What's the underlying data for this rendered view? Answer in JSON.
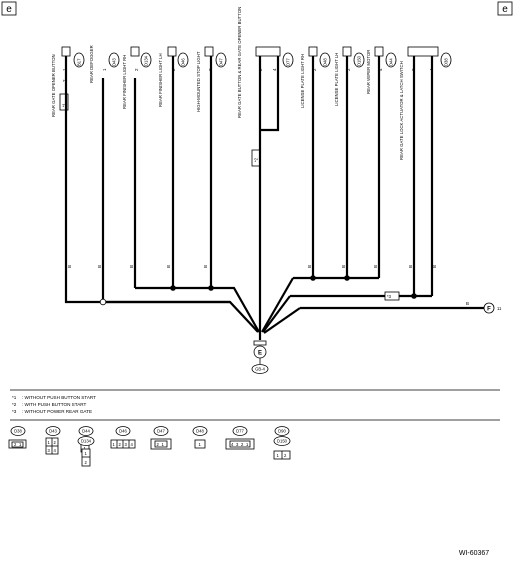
{
  "corner_marks": [
    "e",
    "e"
  ],
  "components": [
    {
      "name": "REAR GATE OPENER BUTTON",
      "code": "B17",
      "pins": [
        "1",
        "2"
      ],
      "wire_color": "B",
      "note": "*1"
    },
    {
      "name": "REAR DEFOGGER",
      "code": "D43",
      "pins": [
        "1"
      ],
      "wire_color": "B"
    },
    {
      "name": "REAR FINISHER LIGHT RH",
      "code": "D134",
      "pins": [
        "2"
      ],
      "wire_color": "B"
    },
    {
      "name": "REAR FINISHER LIGHT LH",
      "code": "D46",
      "pins": [
        "2"
      ],
      "wire_color": "B"
    },
    {
      "name": "HIGH-MOUNTED STOP LIGHT",
      "code": "D47",
      "pins": [
        "2"
      ],
      "wire_color": "B"
    },
    {
      "name": "REAR GATE BUTTON & REAR GATE OPENER BUTTON",
      "code": "D77",
      "pins": [
        "2",
        "4"
      ],
      "wire_color": "B",
      "note": "*2"
    },
    {
      "name": "LICENSE PLATE LIGHT RH",
      "code": "D48",
      "pins": [
        "2"
      ],
      "wire_color": "B"
    },
    {
      "name": "LICENSE PLATE LIGHT LH",
      "code": "D150",
      "pins": [
        "2"
      ],
      "wire_color": "B"
    },
    {
      "name": "REAR WIPER MOTOR",
      "code": "D44",
      "pins": [
        "4"
      ],
      "wire_color": "B"
    },
    {
      "name": "REAR GATE LOCK ACTUATOR & LATCH SWITCH",
      "code": "D38",
      "pins": [
        "2",
        "4"
      ],
      "wire_color": "B"
    }
  ],
  "ground": {
    "label": "E",
    "code": "GB-4"
  },
  "feed": {
    "label": "F",
    "wire_color": "B",
    "note": "*3",
    "tag": "11"
  },
  "notes": [
    {
      "mark": "*1",
      "text": ": WITHOUT PUSH BUTTON START"
    },
    {
      "mark": "*2",
      "text": ": WITH PUSH BUTTON START"
    },
    {
      "mark": "*3",
      "text": ": WITHOUT POWER REAR GATE"
    }
  ],
  "connectors": [
    {
      "code": "D38",
      "pins": [
        "2",
        "1"
      ]
    },
    {
      "code": "D43",
      "pins": [
        "1",
        "2",
        "3",
        "4"
      ]
    },
    {
      "code": "D44",
      "pins": [
        "1"
      ]
    },
    {
      "code": "D134",
      "pins": [
        "1",
        "2"
      ]
    },
    {
      "code": "D46",
      "pins": [
        "1",
        "2",
        "3",
        "4"
      ]
    },
    {
      "code": "D47",
      "pins": [
        "2",
        "1"
      ]
    },
    {
      "code": "D48",
      "pins": [
        "1"
      ]
    },
    {
      "code": "D77",
      "pins": [
        "4",
        "3",
        "2",
        "1"
      ]
    },
    {
      "code": "D90",
      "pins": []
    },
    {
      "code": "D150",
      "pins": [
        "1",
        "2"
      ]
    }
  ],
  "figure_id": "WI-60367"
}
